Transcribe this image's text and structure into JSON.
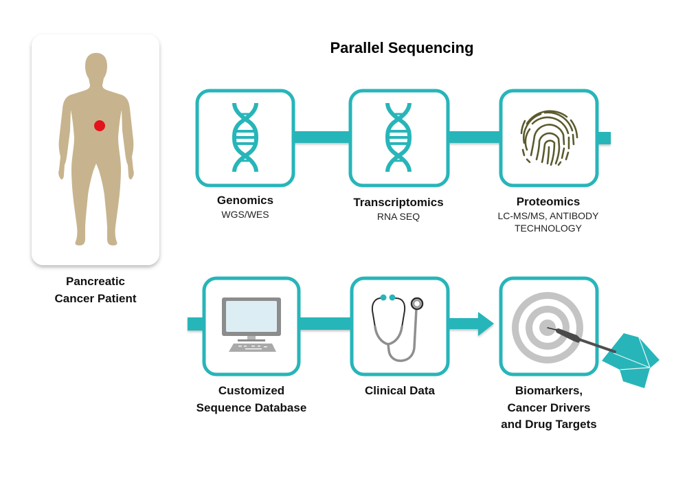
{
  "diagram": {
    "title": "Parallel Sequencing",
    "colors": {
      "accent_teal": "#27B5B9",
      "body_tan": "#C7B48E",
      "tumor_red": "#E3141B",
      "fingerprint_olive": "#5B5A2E",
      "device_gray": "#8C8C8C",
      "screen_blue": "#DCEEF3",
      "target_gray": "#C4C4C4",
      "dart_dark": "#4A4A4A"
    },
    "patient": {
      "icon": "human-body-silhouette-icon",
      "marker_icon": "pancreas-tumor-marker-icon",
      "label_lines": [
        "Pancreatic",
        "Cancer Patient"
      ]
    },
    "steps_top": [
      {
        "id": "genomics",
        "icon": "dna-helix-icon",
        "title": "Genomics",
        "subtitle_lines": [
          "WGS/WES"
        ]
      },
      {
        "id": "transcriptomics",
        "icon": "dna-helix-icon",
        "title": "Transcriptomics",
        "subtitle_lines": [
          "RNA SEQ"
        ]
      },
      {
        "id": "proteomics",
        "icon": "fingerprint-icon",
        "title": "Proteomics",
        "subtitle_lines": [
          "LC-MS/MS, ANTIBODY",
          "TECHNOLOGY"
        ]
      }
    ],
    "steps_bottom": [
      {
        "id": "database",
        "icon": "desktop-computer-icon",
        "label_lines": [
          "Customized",
          "Sequence Database"
        ]
      },
      {
        "id": "clinical",
        "icon": "stethoscope-icon",
        "label_lines": [
          "Clinical Data"
        ]
      },
      {
        "id": "targets",
        "icon": "dartboard-target-icon",
        "label_lines": [
          "Biomarkers,",
          "Cancer Drivers",
          "and Drug Targets"
        ]
      }
    ]
  }
}
